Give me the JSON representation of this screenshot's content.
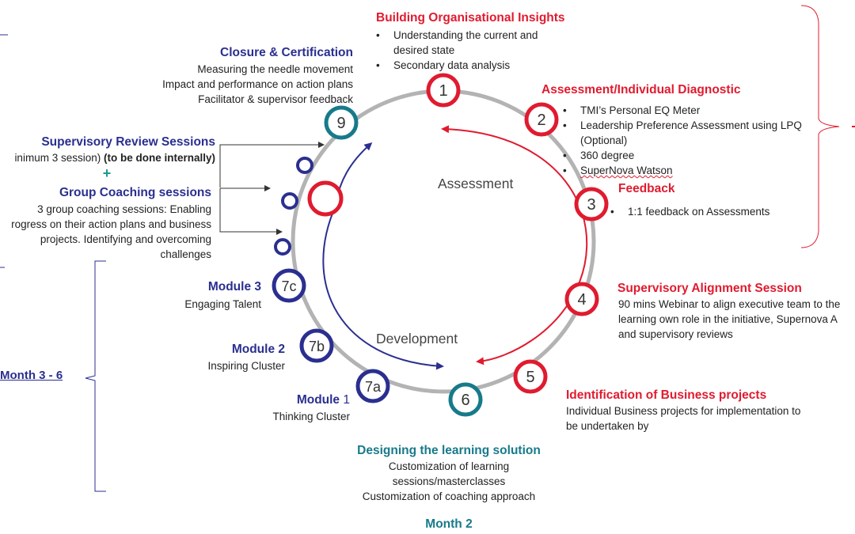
{
  "palette": {
    "red": "#e01b2f",
    "navy": "#2a2f8f",
    "teal": "#177a8a",
    "ring": "#b3b3b3"
  },
  "center_labels": {
    "assessment": "Assessment",
    "development": "Development"
  },
  "nodes": [
    {
      "label": "1",
      "color": "red"
    },
    {
      "label": "2",
      "color": "red"
    },
    {
      "label": "3",
      "color": "red"
    },
    {
      "label": "4",
      "color": "red"
    },
    {
      "label": "5",
      "color": "red"
    },
    {
      "label": "6",
      "color": "teal"
    },
    {
      "label": "7a",
      "color": "navy"
    },
    {
      "label": "7b",
      "color": "navy"
    },
    {
      "label": "7c",
      "color": "navy"
    },
    {
      "label": "9",
      "color": "teal"
    }
  ],
  "step1": {
    "title": "Building Organisational Insights",
    "bullets": [
      "Understanding the current and",
      "desired state",
      "Secondary data analysis"
    ]
  },
  "step2": {
    "title": "Assessment/Individual Diagnostic",
    "bullets": [
      "TMI’s Personal EQ Meter",
      "Leadership Preference Assessment using LPQ",
      "(Optional)",
      "360 degree",
      "SuperNova Watson"
    ]
  },
  "step3": {
    "title": "Feedback",
    "bullets": [
      "1:1 feedback on Assessments"
    ]
  },
  "step4": {
    "title": "Supervisory Alignment Session",
    "lines": [
      "90 mins Webinar to align executive team to the",
      "learning own role in the initiative, Supernova A",
      "and supervisory reviews"
    ]
  },
  "step5": {
    "title": "Identification of Business projects",
    "lines": [
      "Individual Business projects for implementation to",
      "be undertaken by"
    ]
  },
  "step6": {
    "title": "Designing the learning solution",
    "lines": [
      "Customization of learning",
      "sessions/masterclasses",
      "Customization of coaching approach"
    ],
    "month": "Month 2"
  },
  "modules": {
    "m1": {
      "title_a": "Module ",
      "title_b": "1",
      "sub": "Thinking Cluster"
    },
    "m2": {
      "title": "Module 2",
      "sub": "Inspiring Cluster"
    },
    "m3": {
      "title": "Module 3",
      "sub": "Engaging Talent"
    }
  },
  "month_3_6": "Month 3 - 6",
  "step8": {
    "review_title": "Supervisory Review Sessions",
    "review_sub_a": "inimum 3 session) ",
    "review_sub_b": "(to be done internally)",
    "plus": "+",
    "coaching_title": "Group Coaching sessions",
    "coaching_lines": [
      "3 group coaching sessions: Enabling",
      "rogress on their action plans and business",
      "projects. Identifying and overcoming",
      "challenges"
    ]
  },
  "step9": {
    "title": "Closure & Certification",
    "lines": [
      "Measuring the needle movement",
      "Impact and performance on action plans",
      "Facilitator & supervisor feedback"
    ]
  }
}
